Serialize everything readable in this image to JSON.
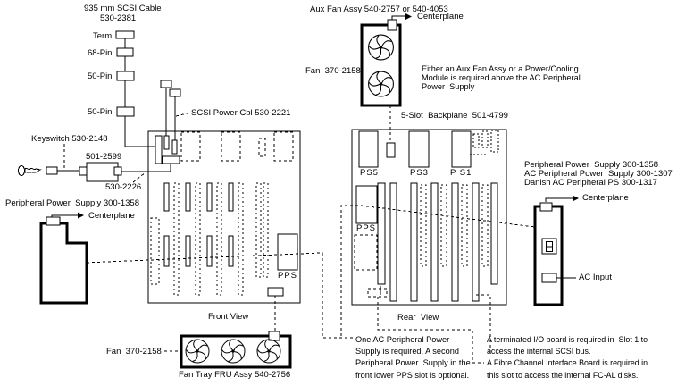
{
  "diagram": {
    "scsi_cable": {
      "title": "935 mm SCSI Cable",
      "part": "530-2381",
      "connectors": [
        "Term",
        "68-Pin",
        "50-Pin",
        "50-Pin"
      ]
    },
    "scsi_power_cable": {
      "label": "SCSI Power Cbl 530-2221"
    },
    "keyswitch": {
      "label": "Keyswitch 530-2148",
      "extender_part": "501-2599",
      "cable_part": "530-2226"
    },
    "left_power_supply": {
      "label": "Peripheral Power  Supply 300-1358",
      "centerplane": "Centerplane"
    },
    "front_chassis": {
      "view_label": "Front View",
      "pps_label": "PPS"
    },
    "fan_tray": {
      "fan_label": "Fan  370-2158",
      "label": "Fan Tray FRU Assy 540-2756"
    },
    "aux_fan": {
      "title": "Aux Fan Assy 540-2757 or 540-4053",
      "centerplane": "Centerplane",
      "fan_label": "Fan  370-2158",
      "note": "Either an Aux Fan Assy or a Power/Cooling\nModule is required above the AC Peripheral\nPower  Supply"
    },
    "rear_chassis": {
      "backplane_label": "5-Slot  Backplane  501-4799",
      "view_label": "Rear  View",
      "ps5": "PS5",
      "ps3": "PS3",
      "ps1": "P S1",
      "pps": "PPS"
    },
    "right_power_supply": {
      "labels": "Peripheral Power  Supply 300-1358\nAC Peripheral Power  Supply 300-1307\nDanish AC Peripheral PS 300-1317",
      "centerplane": "Centerplane",
      "ac_input": "AC Input"
    },
    "notes": {
      "pps_note": "One AC Peripheral Power\nSupply is required. A second\nPeripheral Power  Supply in the\nfront lower PPS slot is optional.",
      "io_note": "A terminated I/O board is required in  Slot 1 to\naccess the internal SCSI bus.\nA Fibre Channel Interface Board is required in\nthis slot to access the internal FC-AL disks."
    }
  }
}
